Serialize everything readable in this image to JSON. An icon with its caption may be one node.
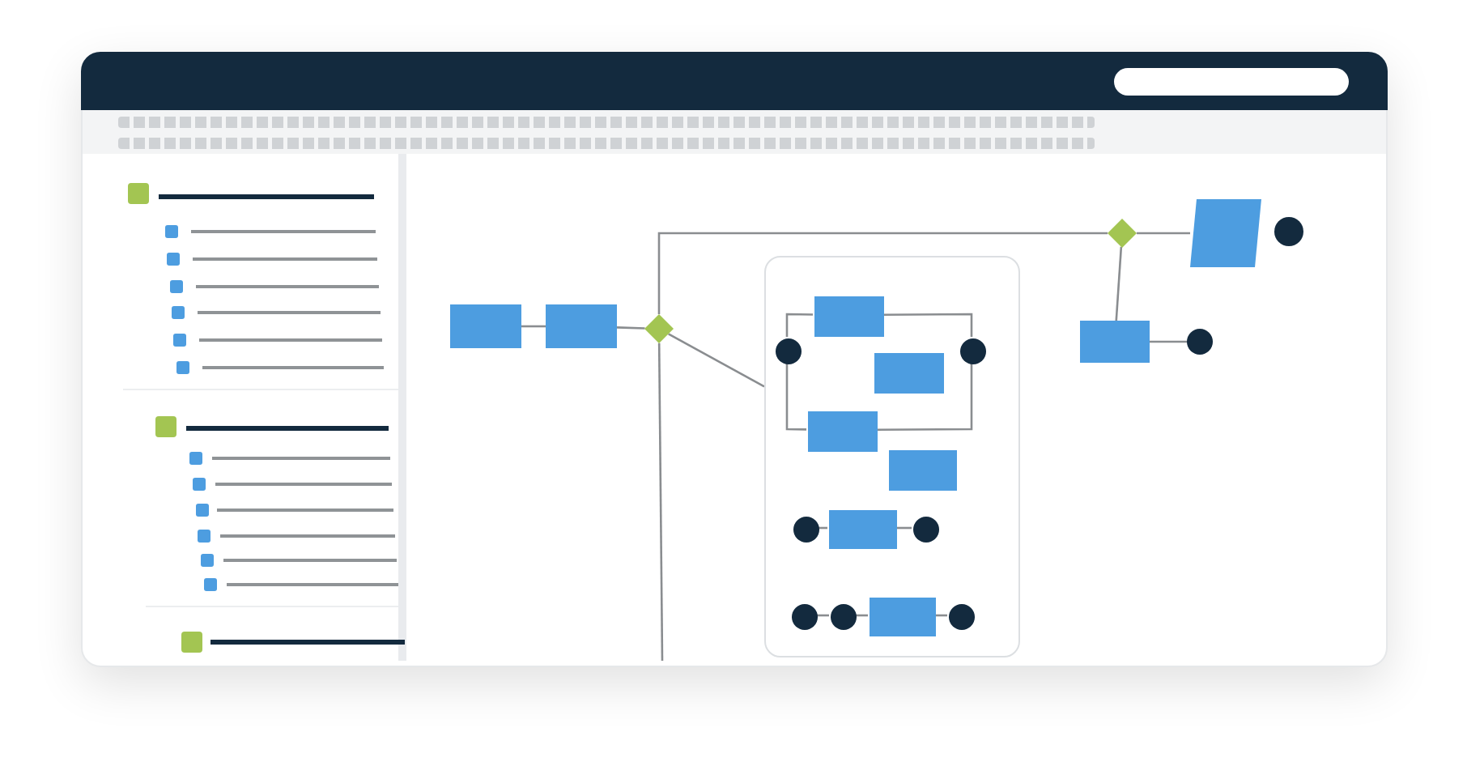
{
  "diagram": {
    "nodes": [
      {
        "text": [],
        "shape": "box"
      },
      {
        "text": [],
        "shape": "box"
      },
      {
        "text": [],
        "shape": "diamond"
      },
      {
        "text": [],
        "shape": "box"
      },
      {
        "text": [],
        "shape": "circle",
        "in": 3
      },
      {
        "text": [],
        "shape": "box",
        "in": 3
      },
      {
        "text": [],
        "shape": "box",
        "in": 3
      },
      {
        "text": [],
        "shape": "circle",
        "in": 3
      },
      {
        "text": [],
        "shape": "box",
        "in": 3
      },
      {
        "text": [],
        "shape": "box",
        "in": 3
      },
      {
        "text": [],
        "shape": "circle",
        "in": 3
      },
      {
        "text": [],
        "shape": "box",
        "in": 3
      },
      {
        "text": [],
        "shape": "circle",
        "in": 3
      },
      {
        "text": [],
        "shape": "circle",
        "in": 3
      },
      {
        "text": [],
        "shape": "circle",
        "in": 3
      },
      {
        "text": [],
        "shape": "box",
        "in": 3
      },
      {
        "text": [],
        "shape": "circle",
        "in": 3
      },
      {
        "text": [],
        "shape": "diamond"
      },
      {
        "text": [],
        "shape": "parallelogram"
      },
      {
        "text": [],
        "shape": "circle"
      },
      {
        "text": [],
        "shape": "box"
      },
      {
        "text": [],
        "shape": "circle"
      }
    ],
    "edges": [
      {
        "from": 0,
        "to": 1,
        "arrow": "none"
      },
      {
        "from": 1,
        "to": 2,
        "arrow": "none"
      },
      {
        "from": 2,
        "to": 3,
        "arrow": "none"
      },
      {
        "from": 2,
        "to": 17,
        "arrow": "none"
      },
      {
        "from": 2,
        "to": null,
        "arrow": "none"
      },
      {
        "from": 17,
        "to": 18,
        "arrow": "none"
      },
      {
        "from": 17,
        "to": 20,
        "arrow": "none"
      },
      {
        "from": 20,
        "to": 21,
        "arrow": "none"
      },
      {
        "from": 4,
        "to": 5,
        "arrow": "none"
      },
      {
        "from": 5,
        "to": 7,
        "arrow": "none"
      },
      {
        "from": 4,
        "to": 8,
        "arrow": "none"
      },
      {
        "from": 8,
        "to": 7,
        "arrow": "none"
      },
      {
        "from": 10,
        "to": 11,
        "arrow": "none"
      },
      {
        "from": 11,
        "to": 12,
        "arrow": "none"
      },
      {
        "from": 13,
        "to": 14,
        "arrow": "none"
      },
      {
        "from": 14,
        "to": 15,
        "arrow": "none"
      },
      {
        "from": 15,
        "to": 16,
        "arrow": "none"
      }
    ]
  }
}
